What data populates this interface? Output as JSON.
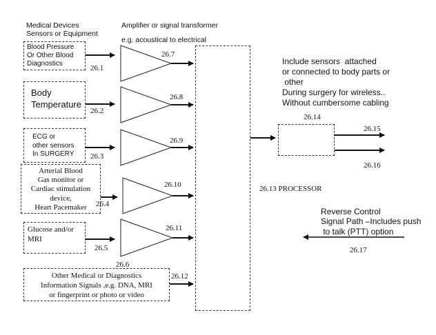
{
  "headings": {
    "devices": "Medical Devices\nSensors or Equipment",
    "amplifier": "Amplifier or signal transformer",
    "amplifier_sub": "e.g. acoustical to electrical"
  },
  "devices": [
    {
      "label": "Blood Pressure\nOr Other Blood\nDiagnostics",
      "ref": "26.1"
    },
    {
      "label": "Body\nTemperature",
      "ref": "26.2"
    },
    {
      "label": "ECG or\nother sensors\nIn SURGERY",
      "ref": "26.3"
    },
    {
      "label": "Arterial Blood\nGas monitor or\nCardiac stimulation\ndevice,\nHeart Pacemaker",
      "ref": "26.4"
    },
    {
      "label": "Glucose and/or\nMRI",
      "ref": "26.5"
    },
    {
      "label": "Other Medical or Diagnostics\nInformation Signals ,e.g. DNA, MRI\nor fingerprint or photo or video",
      "ref": "26.6"
    }
  ],
  "amplifier_refs": [
    "26.7",
    "26.8",
    "26.9",
    "26.10",
    "26.11",
    "26.12"
  ],
  "processor": {
    "label": "26.13 PROCESSOR"
  },
  "transmitter": {
    "ref": "26.14",
    "out1": "26.15",
    "out2": "26.16"
  },
  "note": "Include sensors  attached\nor connected to body parts or\n other\nDuring surgery for wireless..\nWithout cumbersome cabling",
  "reverse": {
    "label": "Reverse Control\nSignal Path –Includes push\n to talk (PTT) option",
    "ref": "26.17"
  },
  "colors": {
    "ink": "#111111",
    "dash": "#333333",
    "background": "#ffffff"
  }
}
